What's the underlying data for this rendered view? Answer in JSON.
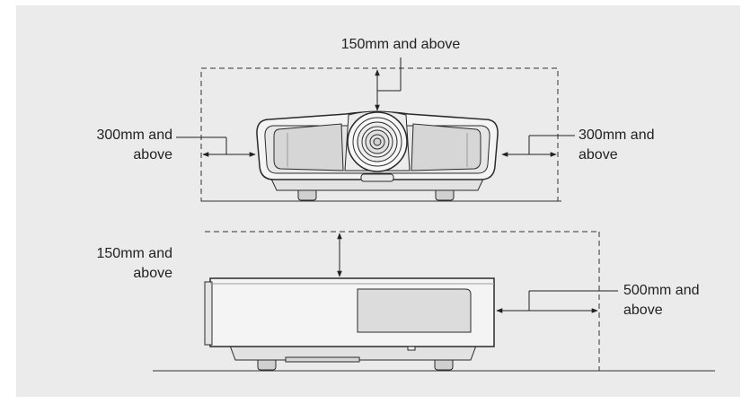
{
  "front_view": {
    "top_clearance": "150mm and above",
    "left_clearance": {
      "line1": "300mm and",
      "line2": "above"
    },
    "right_clearance": {
      "line1": "300mm and",
      "line2": "above"
    }
  },
  "side_view": {
    "top_clearance": {
      "line1": "150mm and",
      "line2": "above"
    },
    "rear_clearance": {
      "line1": "500mm and",
      "line2": "above"
    }
  },
  "colors": {
    "background": "#ebebeb",
    "body": "#f4f4f4",
    "outline": "#2a2a2a",
    "panel": "#dcdcdc"
  }
}
